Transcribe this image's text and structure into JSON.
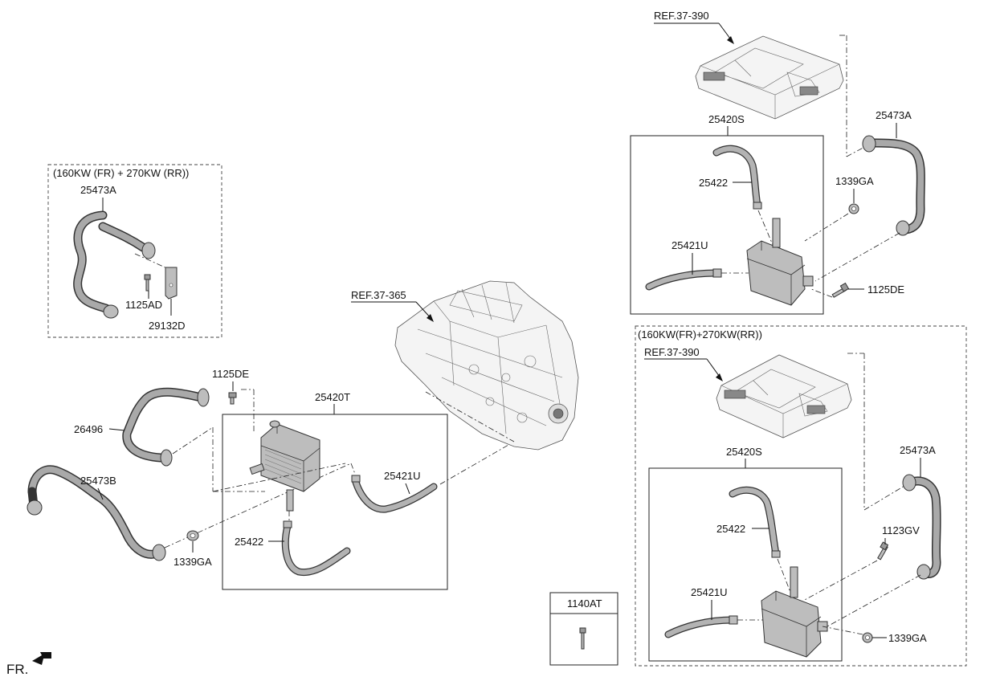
{
  "labels": {
    "ref_37_390_top": "REF.37-390",
    "ref_37_365": "REF.37-365",
    "ref_37_390_lower": "REF.37-390",
    "variant_left": "(160KW (FR) + 270KW (RR))",
    "variant_right": "(160KW(FR)+270KW(RR))",
    "p25473A_left": "25473A",
    "p1125AD": "1125AD",
    "p29132D": "29132D",
    "p1125DE_left": "1125DE",
    "p26496": "26496",
    "p25473B": "25473B",
    "p1339GA_left": "1339GA",
    "p25420T": "25420T",
    "p25421U_center": "25421U",
    "p25422_center": "25422",
    "p25420S_top": "25420S",
    "p25473A_top": "25473A",
    "p25422_top": "25422",
    "p1339GA_top": "1339GA",
    "p25421U_top": "25421U",
    "p1125DE_right": "1125DE",
    "p25420S_lower": "25420S",
    "p25473A_lower": "25473A",
    "p25422_lower": "25422",
    "p1123GV": "1123GV",
    "p25421U_lower": "25421U",
    "p1339GA_lower": "1339GA",
    "p1140AT": "1140AT",
    "fr": "FR."
  },
  "icons": {
    "front_arrow": "front-direction-arrow-icon"
  }
}
